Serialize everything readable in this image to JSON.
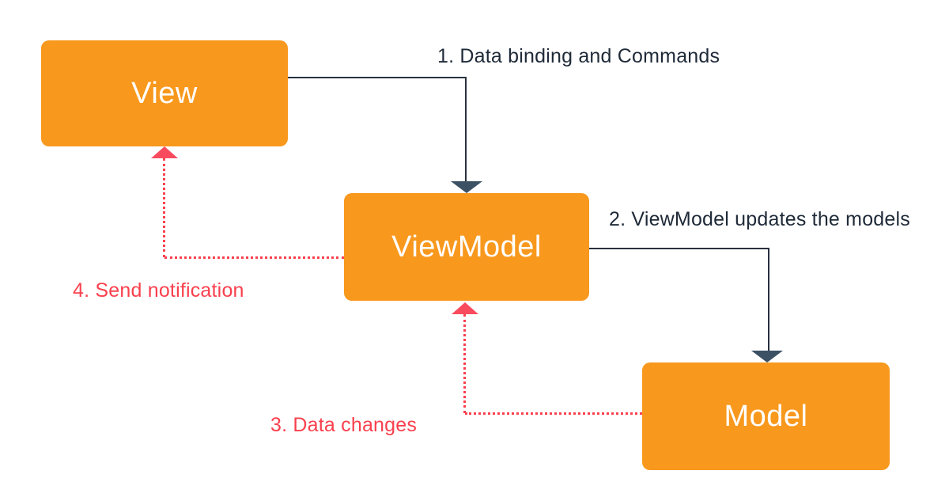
{
  "diagram": {
    "type": "flow-diagram",
    "background": "#ffffff",
    "nodes": [
      {
        "id": "view",
        "label": "View"
      },
      {
        "id": "viewmodel",
        "label": "ViewModel"
      },
      {
        "id": "model",
        "label": "Model"
      }
    ],
    "edges": [
      {
        "id": "edge1",
        "label": "1. Data binding and Commands",
        "from": "View",
        "to": "ViewModel",
        "style": "solid",
        "color": "#28313f"
      },
      {
        "id": "edge2",
        "label": "2. ViewModel updates the models",
        "from": "ViewModel",
        "to": "Model",
        "style": "solid",
        "color": "#28313f"
      },
      {
        "id": "edge3",
        "label": "3. Data changes",
        "from": "Model",
        "to": "ViewModel",
        "style": "dotted",
        "color": "#f9404e"
      },
      {
        "id": "edge4",
        "label": "4. Send notification",
        "from": "ViewModel",
        "to": "View",
        "style": "dotted",
        "color": "#f9404e"
      }
    ],
    "colors": {
      "node_fill": "#f8981d",
      "node_text": "#ffffff",
      "solid_line": "#28313f",
      "solid_arrowhead": "#3c5164",
      "dotted_line": "#f9404e",
      "dotted_arrowhead": "#f94b5e",
      "label_dark": "#1f2a38",
      "label_red": "#f9404e"
    }
  }
}
